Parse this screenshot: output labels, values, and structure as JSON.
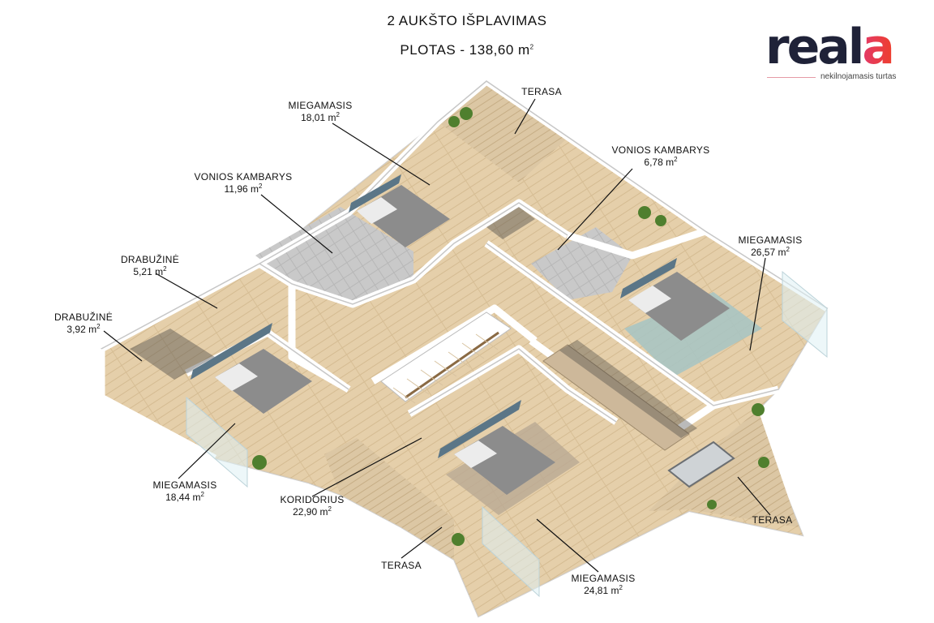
{
  "title": "2 AUKŠTO IŠPLAVIMAS",
  "area_text": "PLOTAS - 138,60 m",
  "area_sup": "2",
  "logo": {
    "word_main": "real",
    "word_accent": "a",
    "tagline": "nekilnojamasis turtas",
    "color_dark": "#1f2238",
    "color_accent": "#ea2f4e"
  },
  "rooms": [
    {
      "id": "terasa-top",
      "name": "TERASA",
      "area": ""
    },
    {
      "id": "miegamasis-1",
      "name": "MIEGAMASIS",
      "area": "18,01 m"
    },
    {
      "id": "vonios-2",
      "name": "VONIOS KAMBARYS",
      "area": "6,78 m"
    },
    {
      "id": "vonios-1",
      "name": "VONIOS KAMBARYS",
      "area": "11,96 m"
    },
    {
      "id": "miegamasis-2",
      "name": "MIEGAMASIS",
      "area": "26,57 m"
    },
    {
      "id": "drabuzine-1",
      "name": "DRABUŽINĖ",
      "area": "5,21 m"
    },
    {
      "id": "drabuzine-2",
      "name": "DRABUŽINĖ",
      "area": "3,92 m"
    },
    {
      "id": "miegamasis-3",
      "name": "MIEGAMASIS",
      "area": "18,44 m"
    },
    {
      "id": "koridorius",
      "name": "KORIDORIUS",
      "area": "22,90 m"
    },
    {
      "id": "terasa-right",
      "name": "TERASA",
      "area": ""
    },
    {
      "id": "terasa-bottom",
      "name": "TERASA",
      "area": ""
    },
    {
      "id": "miegamasis-4",
      "name": "MIEGAMASIS",
      "area": "24,81 m"
    }
  ],
  "unit_sup": "2"
}
